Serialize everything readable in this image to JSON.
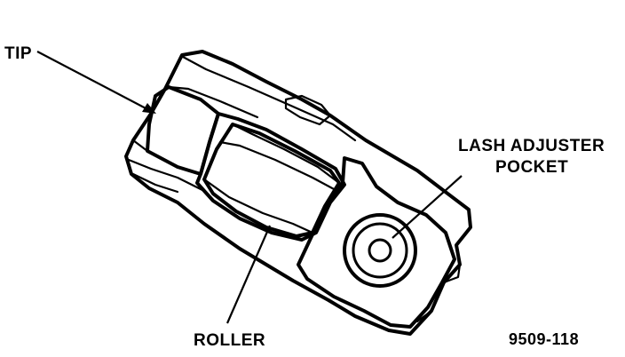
{
  "figure": {
    "labels": {
      "tip": "TIP",
      "lash_line1": "LASH ADJUSTER",
      "lash_line2": "POCKET",
      "roller": "ROLLER"
    },
    "figure_number": "9509-118"
  }
}
